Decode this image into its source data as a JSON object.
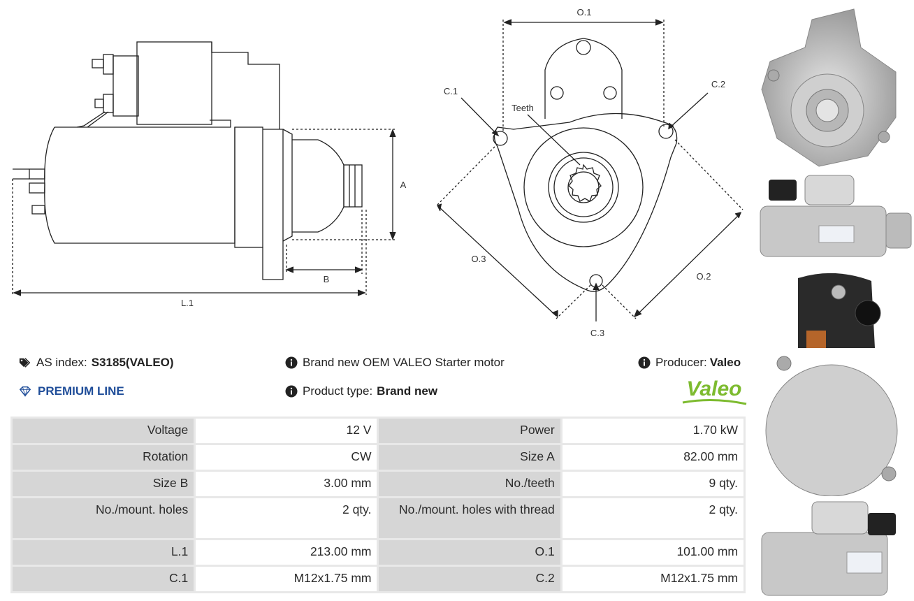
{
  "diagram": {
    "labels": {
      "o1": "O.1",
      "o2": "O.2",
      "o3": "O.3",
      "c1": "C.1",
      "c2": "C.2",
      "c3": "C.3",
      "teeth": "Teeth",
      "a": "A",
      "b": "B",
      "l1": "L.1"
    }
  },
  "info": {
    "as_index_label": "AS index:",
    "as_index_value": "S3185(VALEO)",
    "premium": "PREMIUM LINE",
    "description": "Brand new OEM VALEO Starter motor",
    "product_type_label": "Product type:",
    "product_type_value": "Brand new",
    "producer_label": "Producer:",
    "producer_value": "Valeo",
    "logo_text": "Valeo"
  },
  "specs": [
    [
      {
        "label": "Voltage",
        "value": "12 V"
      },
      {
        "label": "Power",
        "value": "1.70 kW"
      }
    ],
    [
      {
        "label": "Rotation",
        "value": "CW"
      },
      {
        "label": "Size A",
        "value": "82.00 mm"
      }
    ],
    [
      {
        "label": "Size B",
        "value": "3.00 mm"
      },
      {
        "label": "No./teeth",
        "value": "9 qty."
      }
    ],
    [
      {
        "label": "No./mount. holes",
        "value": "2 qty."
      },
      {
        "label": "No./mount. holes with thread",
        "value": "2 qty."
      }
    ],
    [
      {
        "label": "L.1",
        "value": "213.00 mm"
      },
      {
        "label": "O.1",
        "value": "101.00 mm"
      }
    ],
    [
      {
        "label": "C.1",
        "value": "M12x1.75 mm"
      },
      {
        "label": "C.2",
        "value": "M12x1.75 mm"
      }
    ]
  ],
  "colors": {
    "premium": "#1f4d99",
    "logo_green": "#7dbb2f",
    "table_label_bg": "#d6d6d6",
    "table_border": "#e8e8e8"
  }
}
